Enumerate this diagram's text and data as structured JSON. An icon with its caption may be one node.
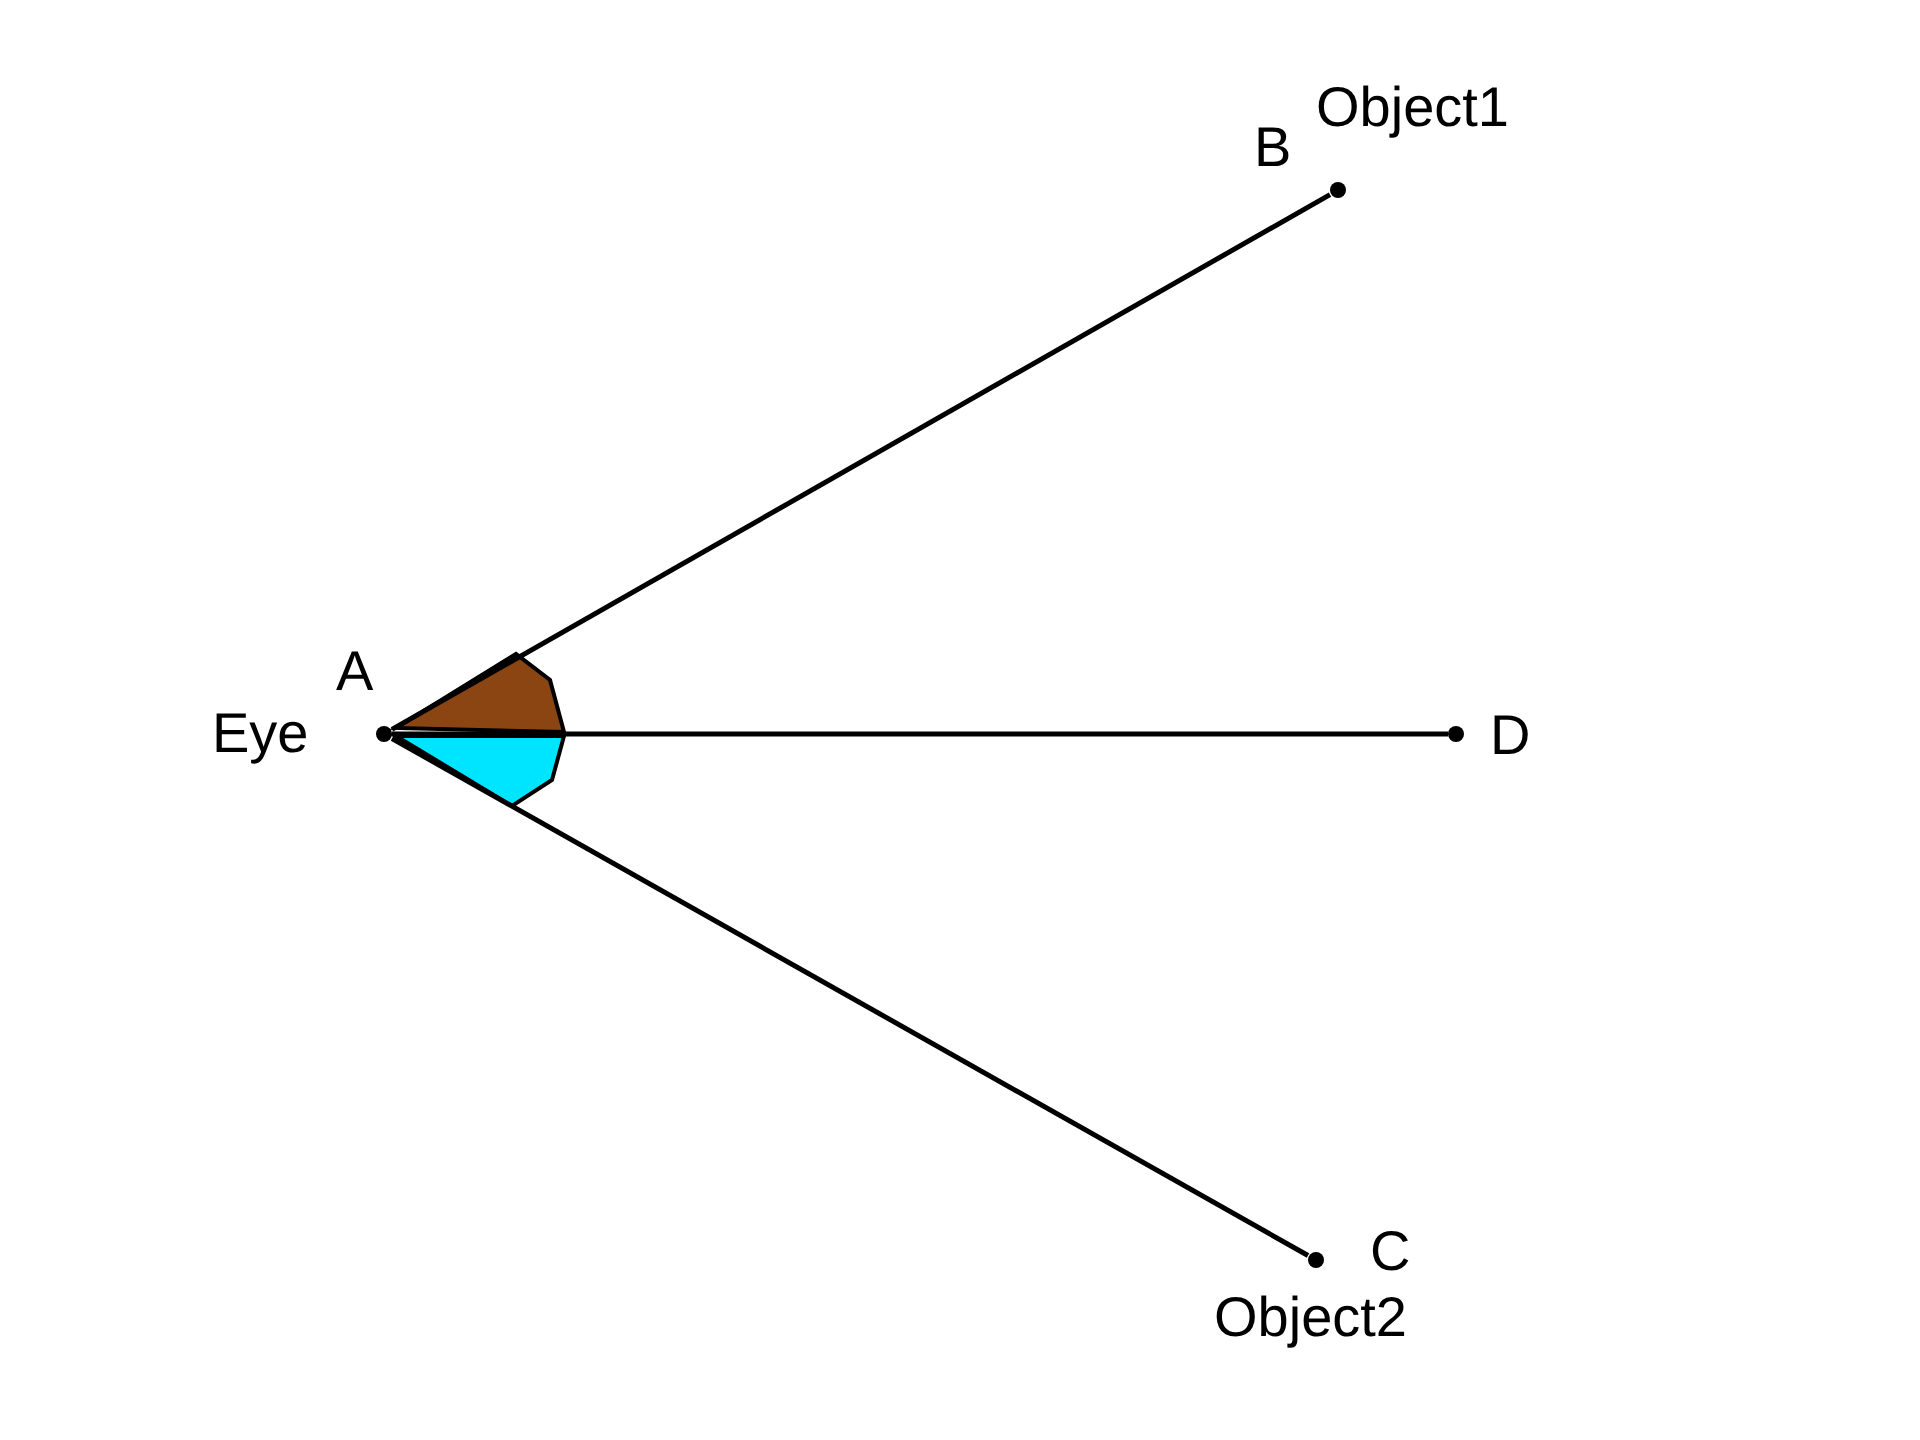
{
  "diagram": {
    "nodes": [
      {
        "text": [],
        "shape": "circle",
        "beside": [
          "A",
          "Eye"
        ]
      },
      {
        "text": [],
        "shape": "circle",
        "beside": [
          "B",
          "Object1"
        ]
      },
      {
        "text": [],
        "shape": "circle",
        "beside": [
          "D"
        ]
      },
      {
        "text": [],
        "shape": "circle",
        "beside": [
          "C",
          "Object2"
        ]
      },
      {
        "text": [],
        "shape": "sector"
      },
      {
        "text": [],
        "shape": "sector"
      }
    ],
    "edges": [
      {
        "from": 0,
        "to": 1,
        "arrow": "none"
      },
      {
        "from": 0,
        "to": 2,
        "arrow": "none"
      },
      {
        "from": 0,
        "to": 3,
        "arrow": "none"
      }
    ]
  }
}
